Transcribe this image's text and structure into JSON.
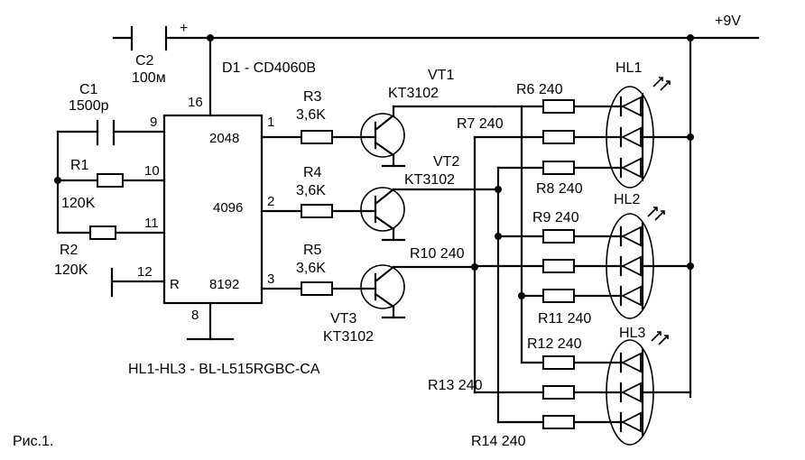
{
  "supply_label": "+9V",
  "ic": {
    "title": "D1 - CD4060B",
    "pins": [
      "16",
      "9",
      "10",
      "11",
      "12",
      "8",
      "1",
      "2",
      "3"
    ],
    "outputs": [
      "2048",
      "4096",
      "8192"
    ],
    "reset_label": "R"
  },
  "capacitors": [
    {
      "name": "C2",
      "value": "100м",
      "plus": "+"
    },
    {
      "name": "C1",
      "value": "1500p"
    }
  ],
  "resistors_left": [
    {
      "name": "R1",
      "value": "120K"
    },
    {
      "name": "R2",
      "value": "120K"
    }
  ],
  "resistors_base": [
    {
      "name": "R3",
      "value": "3,6K"
    },
    {
      "name": "R4",
      "value": "3,6K"
    },
    {
      "name": "R5",
      "value": "3,6K"
    }
  ],
  "transistors": [
    {
      "name": "VT1",
      "type": "KT3102"
    },
    {
      "name": "VT2",
      "type": "KT3102"
    },
    {
      "name": "VT3",
      "type": "KT3102"
    }
  ],
  "resistors_led": [
    "R6 240",
    "R7 240",
    "R8 240",
    "R9 240",
    "R10 240",
    "R11 240",
    "R12 240",
    "R13 240",
    "R14 240"
  ],
  "leds": [
    "HL1",
    "HL2",
    "HL3"
  ],
  "note": "HL1-HL3 - BL-L515RGBC-CA",
  "caption": "Рис.1."
}
